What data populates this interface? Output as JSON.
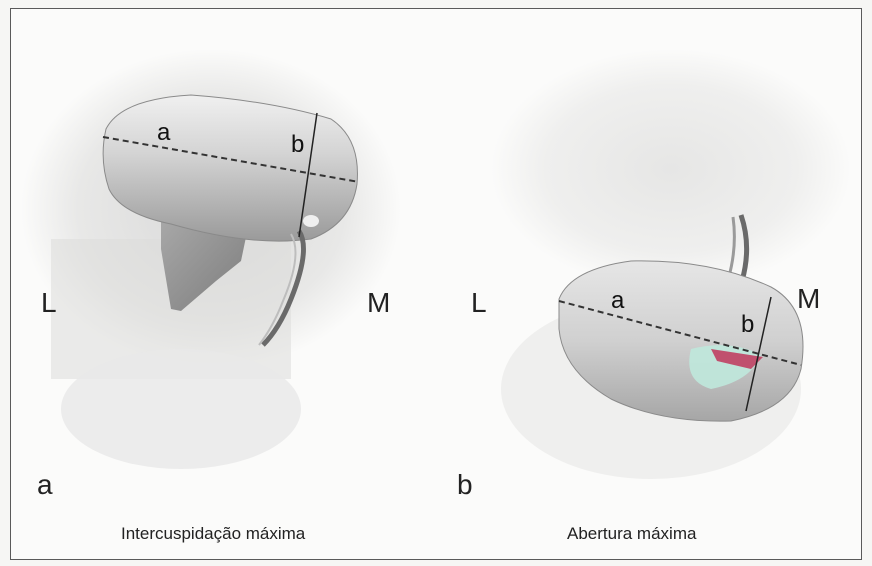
{
  "panels": [
    {
      "letter": "a",
      "caption": "Intercuspidação máxima",
      "side_left": "L",
      "side_right": "M",
      "axis_a": "a",
      "axis_b": "b"
    },
    {
      "letter": "b",
      "caption": "Abertura máxima",
      "side_left": "L",
      "side_right": "M",
      "axis_a": "a",
      "axis_b": "b"
    }
  ],
  "colors": {
    "condyle": "#d8d8d8",
    "dashed_axis": "#333333",
    "contact_green": "#bfe8dc",
    "contact_pink": "#c0506e"
  }
}
